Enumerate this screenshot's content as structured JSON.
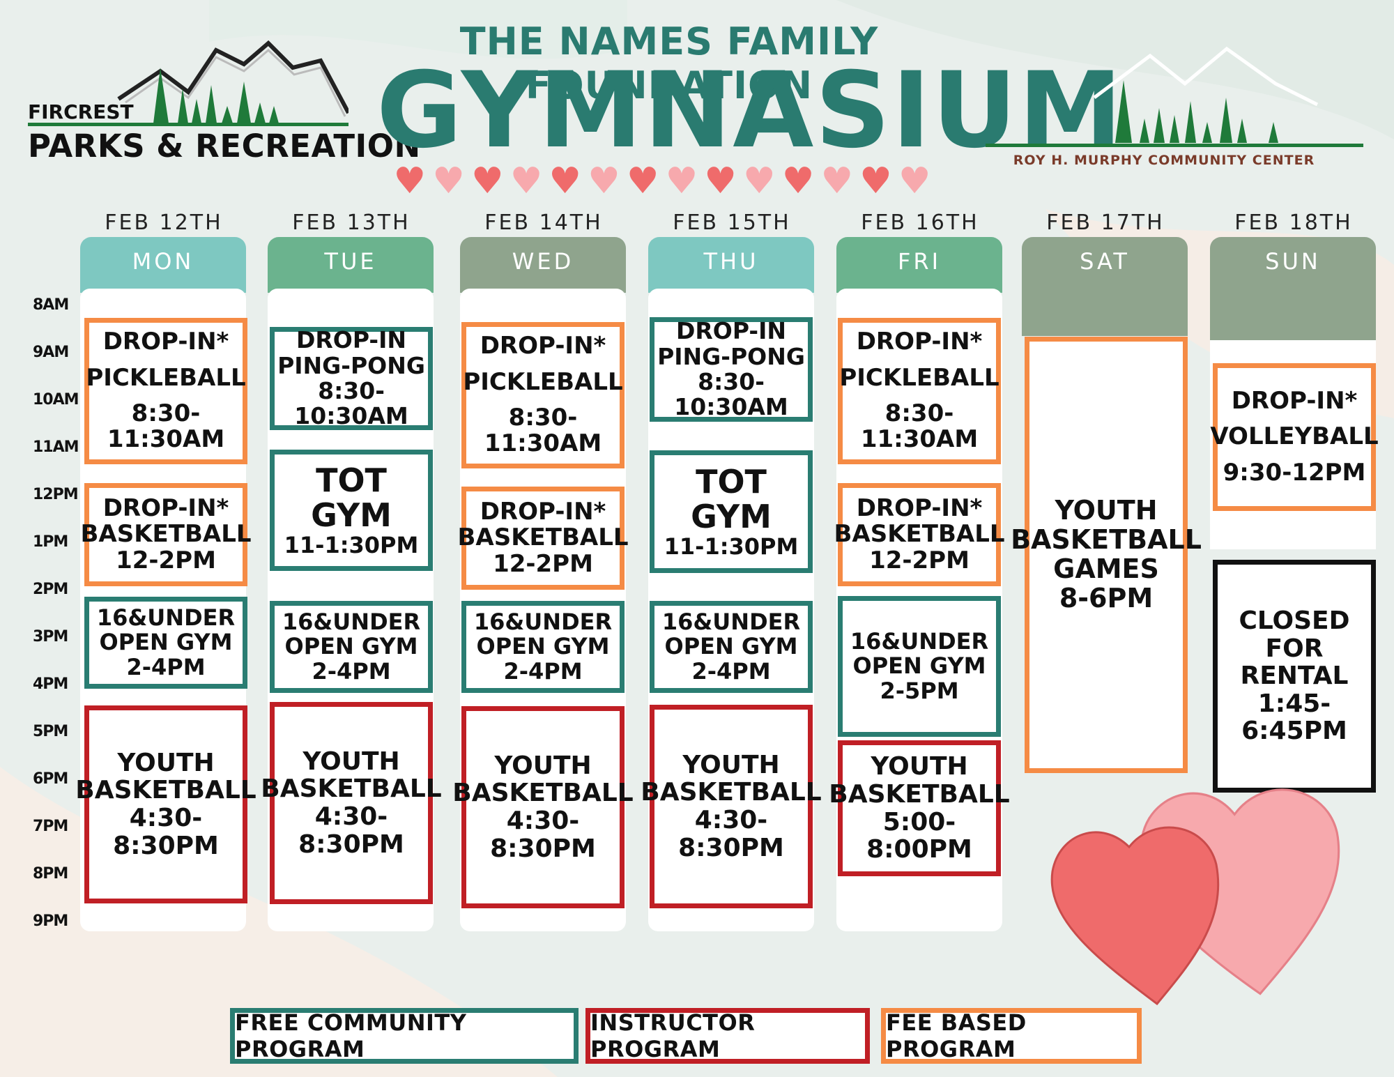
{
  "header": {
    "subtitle": "THE NAMES FAMILY FOUNDATION",
    "title": "GYMNASIUM"
  },
  "logo_left": {
    "line1": "FIRCREST",
    "line2": "PARKS & RECREATION"
  },
  "logo_right": {
    "name": "ROY H. MURPHY COMMUNITY CENTER"
  },
  "colors": {
    "free": "#2a7d72",
    "instructor": "#c01f25",
    "fee": "#f58b45",
    "title": "#2a7b70"
  },
  "times": [
    "8AM",
    "9AM",
    "10AM",
    "11AM",
    "12PM",
    "1PM",
    "2PM",
    "3PM",
    "4PM",
    "5PM",
    "6PM",
    "7PM",
    "8PM",
    "9PM"
  ],
  "days": [
    {
      "date": "FEB 12TH",
      "day": "MON",
      "header_color": "#7ec8c1",
      "events": [
        {
          "type": "fee",
          "lines": [
            "DROP-IN*",
            "PICKLEBALL",
            "8:30-11:30AM"
          ]
        },
        {
          "type": "fee",
          "lines": [
            "DROP-IN*",
            "BASKETBALL",
            "12-2PM"
          ]
        },
        {
          "type": "free",
          "lines": [
            "16&UNDER",
            "OPEN GYM",
            "2-4PM"
          ]
        },
        {
          "type": "inst",
          "lines": [
            "YOUTH",
            "BASKETBALL",
            "4:30-8:30PM"
          ]
        }
      ]
    },
    {
      "date": "FEB 13TH",
      "day": "TUE",
      "header_color": "#6bb38e",
      "events": [
        {
          "type": "free",
          "lines": [
            "DROP-IN",
            "PING-PONG",
            "8:30-10:30AM"
          ]
        },
        {
          "type": "free",
          "lines": [
            "TOT GYM",
            "11-1:30PM"
          ]
        },
        {
          "type": "free",
          "lines": [
            "16&UNDER",
            "OPEN GYM",
            "2-4PM"
          ]
        },
        {
          "type": "inst",
          "lines": [
            "YOUTH",
            "BASKETBALL",
            "4:30-8:30PM"
          ]
        }
      ]
    },
    {
      "date": "FEB 14TH",
      "day": "WED",
      "header_color": "#8fa48d",
      "events": [
        {
          "type": "fee",
          "lines": [
            "DROP-IN*",
            "PICKLEBALL",
            "8:30-11:30AM"
          ]
        },
        {
          "type": "fee",
          "lines": [
            "DROP-IN*",
            "BASKETBALL",
            "12-2PM"
          ]
        },
        {
          "type": "free",
          "lines": [
            "16&UNDER",
            "OPEN GYM",
            "2-4PM"
          ]
        },
        {
          "type": "inst",
          "lines": [
            "YOUTH",
            "BASKETBALL",
            "4:30-8:30PM"
          ]
        }
      ]
    },
    {
      "date": "FEB 15TH",
      "day": "THU",
      "header_color": "#7ec8c1",
      "events": [
        {
          "type": "free",
          "lines": [
            "DROP-IN",
            "PING-PONG",
            "8:30-10:30AM"
          ]
        },
        {
          "type": "free",
          "lines": [
            "TOT GYM",
            "11-1:30PM"
          ]
        },
        {
          "type": "free",
          "lines": [
            "16&UNDER",
            "OPEN GYM",
            "2-4PM"
          ]
        },
        {
          "type": "inst",
          "lines": [
            "YOUTH",
            "BASKETBALL",
            "4:30-8:30PM"
          ]
        }
      ]
    },
    {
      "date": "FEB 16TH",
      "day": "FRI",
      "header_color": "#6bb38e",
      "events": [
        {
          "type": "fee",
          "lines": [
            "DROP-IN*",
            "PICKLEBALL",
            "8:30-11:30AM"
          ]
        },
        {
          "type": "fee",
          "lines": [
            "DROP-IN*",
            "BASKETBALL",
            "12-2PM"
          ]
        },
        {
          "type": "free",
          "lines": [
            "16&UNDER",
            "OPEN GYM",
            "2-5PM"
          ]
        },
        {
          "type": "inst",
          "lines": [
            "YOUTH",
            "BASKETBALL",
            "5:00-8:00PM"
          ]
        }
      ]
    },
    {
      "date": "FEB 17TH",
      "day": "SAT",
      "header_color": "#8fa48d",
      "events": [
        {
          "type": "fee",
          "lines": [
            "YOUTH",
            "BASKETBALL",
            "GAMES",
            "8-6PM"
          ]
        }
      ]
    },
    {
      "date": "FEB 18TH",
      "day": "SUN",
      "header_color": "#8fa48d",
      "events": [
        {
          "type": "fee",
          "lines": [
            "DROP-IN*",
            "VOLLEYBALL",
            "9:30-12PM"
          ]
        },
        {
          "type": "blk",
          "lines": [
            "CLOSED",
            "FOR RENTAL",
            "1:45-6:45PM"
          ]
        }
      ]
    }
  ],
  "legend": [
    {
      "type": "free",
      "label": "FREE COMMUNITY PROGRAM"
    },
    {
      "type": "inst",
      "label": "INSTRUCTOR PROGRAM"
    },
    {
      "type": "fee",
      "label": "FEE BASED PROGRAM"
    }
  ]
}
